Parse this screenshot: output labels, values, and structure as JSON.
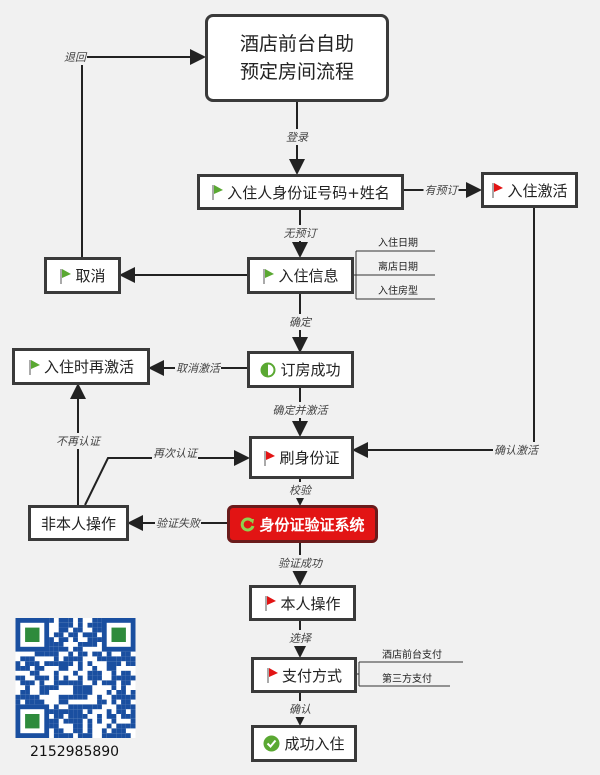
{
  "title": {
    "line1": "酒店前台自助",
    "line2": "预定房间流程"
  },
  "nodes": {
    "id_input": "入住人身份证号码+姓名",
    "activate": "入住激活",
    "cancel": "取消",
    "info": "入住信息",
    "booked": "订房成功",
    "reactivate": "入住时再激活",
    "swipe": "刷身份证",
    "non_self": "非本人操作",
    "system": "身份证验证系统",
    "self": "本人操作",
    "payment": "支付方式",
    "success": "成功入住"
  },
  "info_options": [
    "入住日期",
    "离店日期",
    "入住房型"
  ],
  "payment_options": [
    "酒店前台支付",
    "第三方支付"
  ],
  "edges": {
    "back": "退回",
    "login": "登录",
    "has_booking": "有预订",
    "no_booking": "无预订",
    "confirm": "确定",
    "cancel_activate": "取消激活",
    "confirm_activate": "确定并激活",
    "confirm_activation": "确认激活",
    "retry": "再次认证",
    "no_retry": "不再认证",
    "verify": "校验",
    "fail": "验证失败",
    "pass": "验证成功",
    "choose": "选择",
    "ok": "确认"
  },
  "qr_number": "2152985890",
  "colors": {
    "green_flag": "#5aa832",
    "red_flag": "#e21414",
    "system_bg": "#e21414"
  }
}
